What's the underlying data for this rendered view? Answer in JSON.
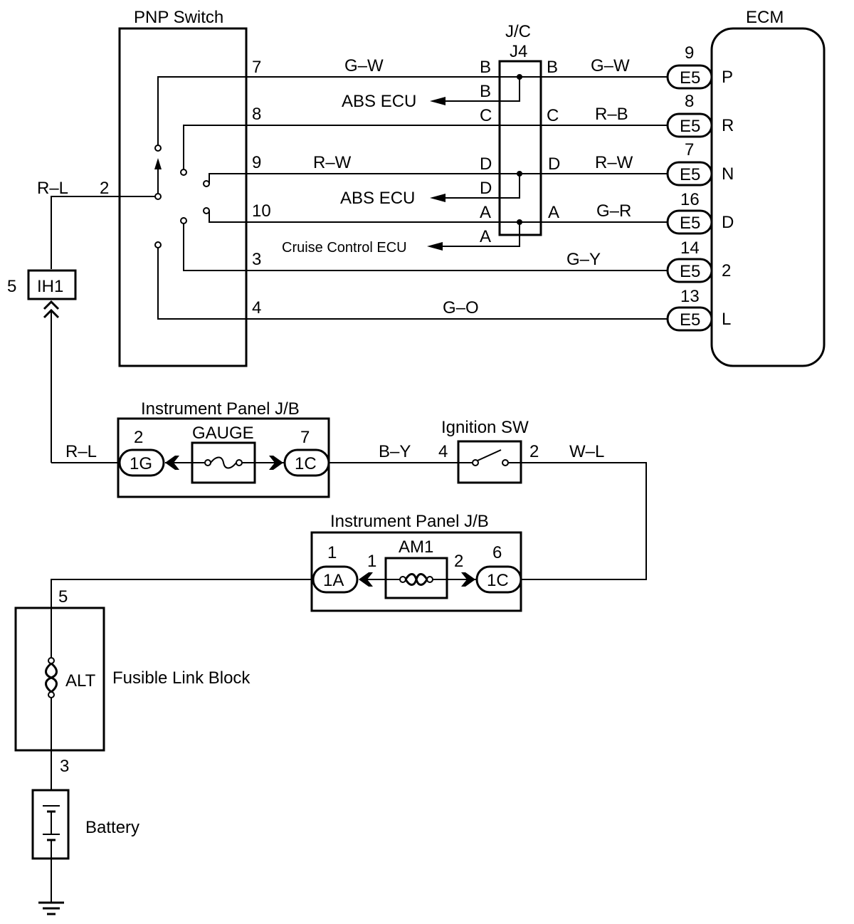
{
  "pnp_switch": {
    "title": "PNP Switch",
    "pins": {
      "p7": "7",
      "p8": "8",
      "p9": "9",
      "p10": "10",
      "p3": "3",
      "p4": "4",
      "p2": "2"
    }
  },
  "ecm": {
    "title": "ECM",
    "connectors": [
      {
        "num": "9",
        "code": "E5",
        "sig": "P"
      },
      {
        "num": "8",
        "code": "E5",
        "sig": "R"
      },
      {
        "num": "7",
        "code": "E5",
        "sig": "N"
      },
      {
        "num": "16",
        "code": "E5",
        "sig": "D"
      },
      {
        "num": "14",
        "code": "E5",
        "sig": "2"
      },
      {
        "num": "13",
        "code": "E5",
        "sig": "L"
      }
    ]
  },
  "jc": {
    "title1": "J/C",
    "title2": "J4",
    "left_letters": [
      "B",
      "B",
      "C",
      "D",
      "D",
      "A",
      "A"
    ],
    "right_letters": [
      "B",
      "C",
      "D",
      "A"
    ]
  },
  "wires": {
    "gw_left": "G–W",
    "gw_right": "G–W",
    "rb": "R–B",
    "rw_left": "R–W",
    "rw_right": "R–W",
    "gr": "G–R",
    "gy": "G–Y",
    "go": "G–O",
    "rl_top": "R–L",
    "rl_mid": "R–L",
    "by": "B–Y",
    "wl": "W–L"
  },
  "outputs": {
    "abs1": "ABS ECU",
    "abs2": "ABS ECU",
    "cruise": "Cruise Control ECU"
  },
  "ih1": {
    "pin": "5",
    "label": "IH1"
  },
  "jb_gauge": {
    "title": "Instrument Panel J/B",
    "fuse": "GAUGE",
    "left_num": "2",
    "left_code": "1G",
    "right_num": "7",
    "right_code": "1C"
  },
  "ignition": {
    "title": "Ignition SW",
    "pin_left": "4",
    "pin_right": "2"
  },
  "jb_am1": {
    "title": "Instrument Panel J/B",
    "fuse": "AM1",
    "left_num": "1",
    "left_inner": "1",
    "left_code": "1A",
    "right_inner": "2",
    "right_num": "6",
    "right_code": "1C"
  },
  "fusible": {
    "pin_top": "5",
    "pin_bottom": "3",
    "alt": "ALT",
    "title": "Fusible Link Block"
  },
  "battery": {
    "label": "Battery"
  }
}
